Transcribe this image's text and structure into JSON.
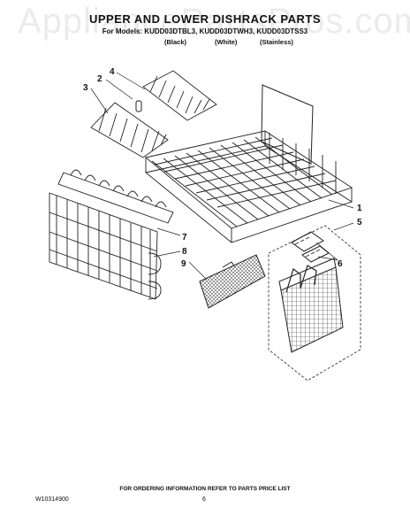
{
  "watermark": "AppliancePartsPros.com",
  "header": {
    "title": "UPPER AND LOWER DISHRACK PARTS",
    "models": "For Models: KUDD03DTBL3, KUDD03DTWH3, KUDD03DTSS3",
    "finishes": [
      "(Black)",
      "(White)",
      "(Stainless)"
    ]
  },
  "callouts": [
    "1",
    "2",
    "3",
    "4",
    "5",
    "6",
    "7",
    "8",
    "9"
  ],
  "footer": {
    "note": "FOR ORDERING INFORMATION REFER TO PARTS PRICE LIST",
    "doc_number": "W10314900",
    "page": "6"
  }
}
